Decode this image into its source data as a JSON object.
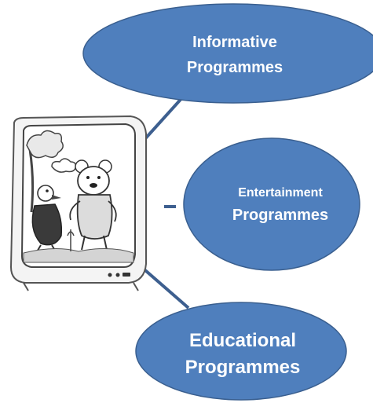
{
  "colors": {
    "node_fill": "#4f7fbd",
    "node_stroke": "#3a5f8f",
    "connector": "#3d5f8f",
    "node_text": "#ffffff"
  },
  "center_image": {
    "icon": "cartoon-television-icon"
  },
  "nodes": [
    {
      "id": "informative",
      "line1": "Informative",
      "line2": "Programmes"
    },
    {
      "id": "entertainment",
      "line1": "Entertainment",
      "line2": "Programmes"
    },
    {
      "id": "educational",
      "line1": "Educational",
      "line2": "Programmes"
    }
  ]
}
